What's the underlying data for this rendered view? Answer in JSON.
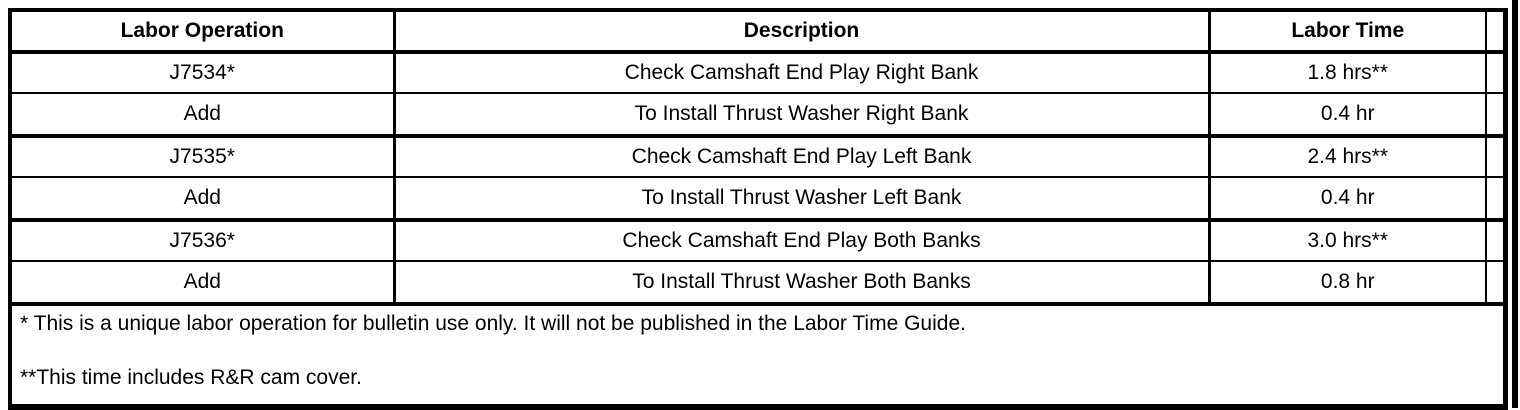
{
  "table": {
    "headers": {
      "labor_operation": "Labor Operation",
      "description": "Description",
      "labor_time": "Labor Time"
    },
    "rows": [
      {
        "op": "J7534*",
        "desc": "Check Camshaft End Play Right Bank",
        "time": "1.8 hrs**"
      },
      {
        "op": "Add",
        "desc": "To Install Thrust Washer Right Bank",
        "time": "0.4 hr"
      },
      {
        "op": "J7535*",
        "desc": "Check Camshaft End Play Left Bank",
        "time": "2.4 hrs**"
      },
      {
        "op": "Add",
        "desc": "To Install Thrust Washer Left Bank",
        "time": "0.4 hr"
      },
      {
        "op": "J7536*",
        "desc": "Check Camshaft End Play Both Banks",
        "time": "3.0 hrs**"
      },
      {
        "op": "Add",
        "desc": "To Install Thrust Washer Both Banks",
        "time": "0.8 hr"
      }
    ],
    "footnotes": [
      "* This is a unique labor operation for bulletin use only. It will not be published in the Labor Time Guide.",
      "**This time includes R&R cam cover."
    ]
  },
  "colors": {
    "border": "#000000",
    "background": "#ffffff",
    "text": "#000000"
  }
}
